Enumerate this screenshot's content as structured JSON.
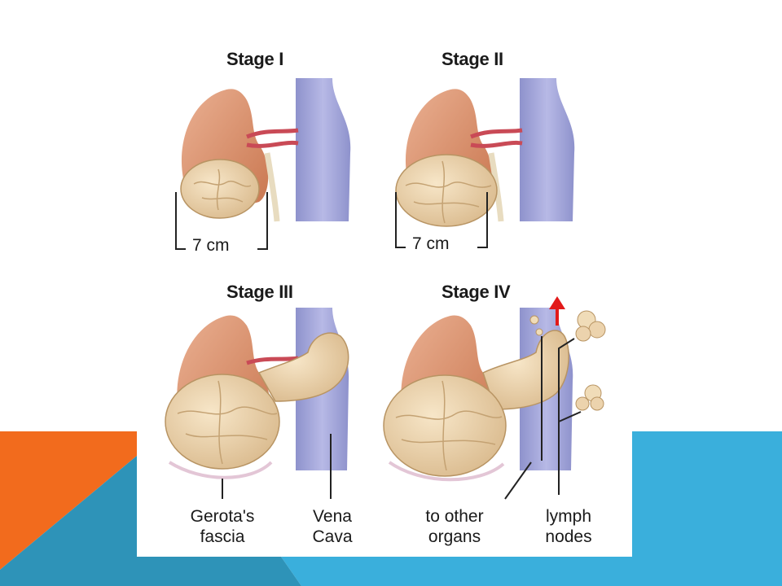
{
  "stages": [
    {
      "title": "Stage I"
    },
    {
      "title": "Stage II"
    },
    {
      "title": "Stage III"
    },
    {
      "title": "Stage IV"
    }
  ],
  "measure": {
    "stage1": "7 cm",
    "stage2": "7 cm"
  },
  "captions": {
    "gerota": {
      "line1": "Gerota's",
      "line2": "fascia"
    },
    "vena": {
      "line1": "Vena",
      "line2": "Cava"
    },
    "organs": {
      "line1": "to other",
      "line2": "organs"
    },
    "lymph": {
      "line1": "lymph",
      "line2": "nodes"
    }
  },
  "colors": {
    "orange_accent": "#f26b1d",
    "blue_accent": "#3aafdc",
    "teal_accent": "#2e93b8",
    "kidney": "#d98d6a",
    "vein": "#a3a6d9",
    "tumor": "#ecd3ad",
    "artery": "#d0505a",
    "arrow": "#e21a1a"
  }
}
